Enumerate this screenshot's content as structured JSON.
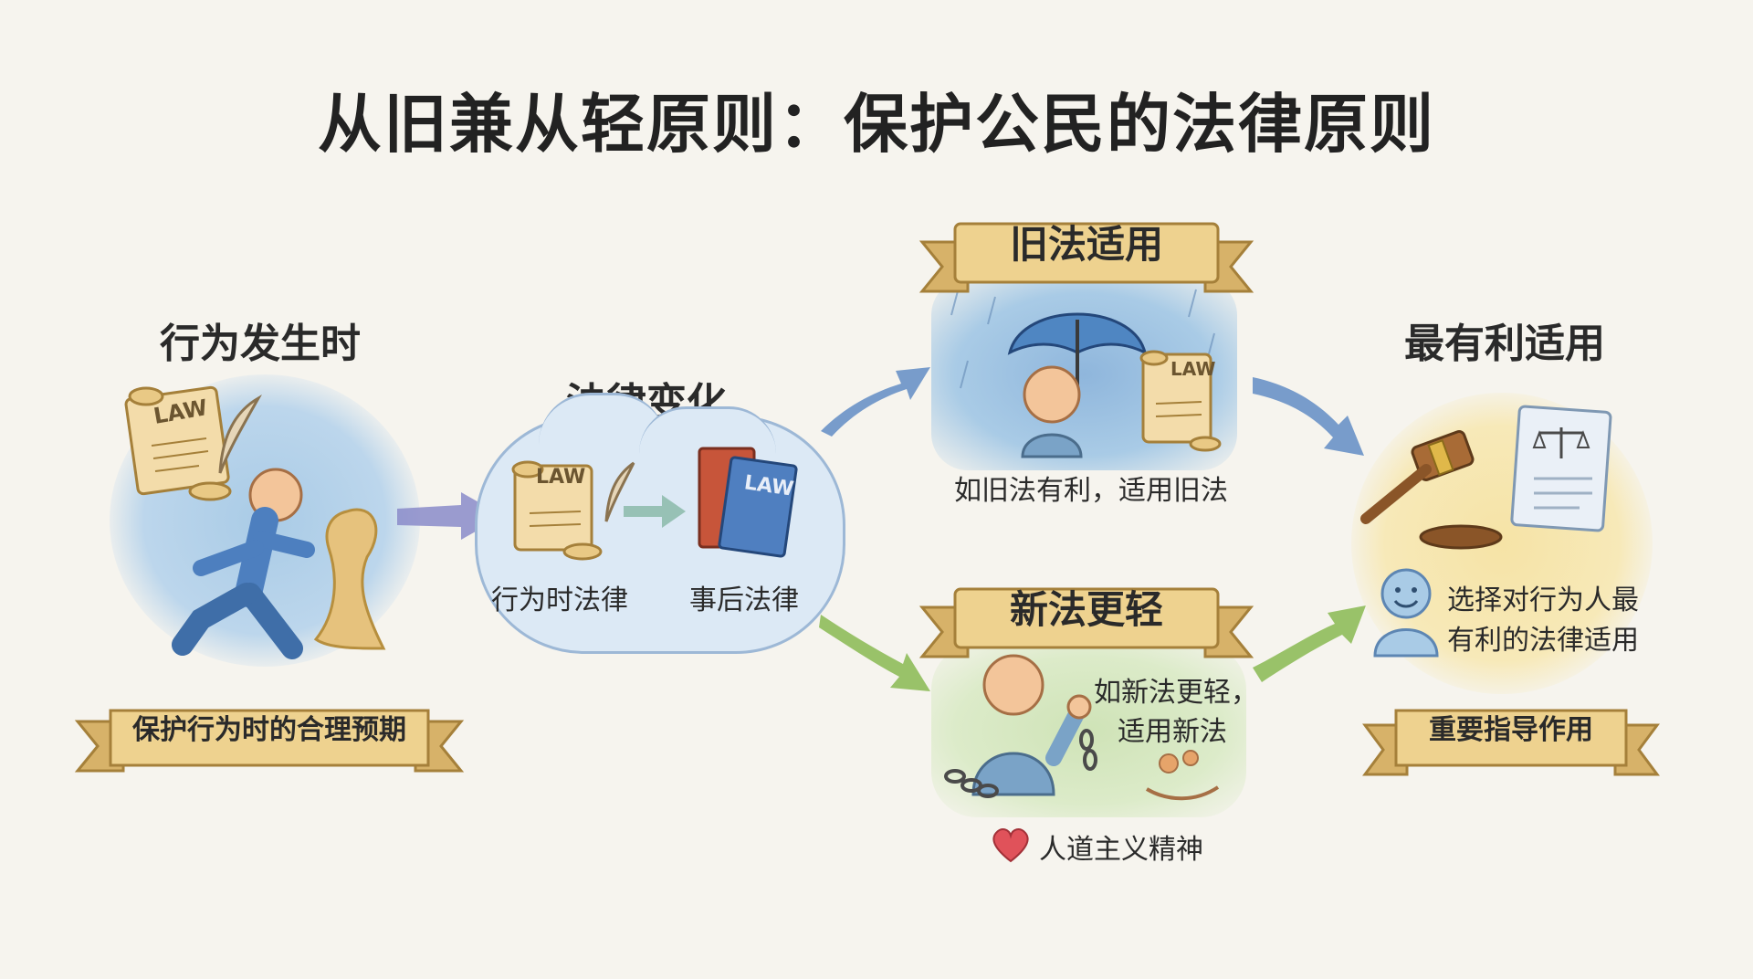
{
  "title": "从旧兼从轻原则：保护公民的法律原则",
  "colors": {
    "paper": "#f6f4ee",
    "blue_wash": "#a9cbe6",
    "green_wash": "#cfe3b7",
    "yellow_wash": "#f6e3a6",
    "ribbon": "#eed28f",
    "ribbon_edge": "#b78f3e",
    "arrow_blue": "#6a92c7",
    "arrow_purple": "#8a8bc9",
    "arrow_green": "#8fbc5a",
    "heart": "#e0525a"
  },
  "left": {
    "heading": "行为发生时",
    "law_tag": "LAW",
    "banner": "保护行为时的合理预期"
  },
  "middle": {
    "heading": "法律变化",
    "scroll_tag": "LAW",
    "book_tag": "LAW",
    "label_before": "行为时法律",
    "label_after": "事后法律"
  },
  "old_law": {
    "banner": "旧法适用",
    "law_tag": "LAW",
    "caption": "如旧法有利，适用旧法"
  },
  "new_law": {
    "banner": "新法更轻",
    "caption_line1": "如新法更轻，",
    "caption_line2": "适用新法",
    "footer": "人道主义精神"
  },
  "right": {
    "heading": "最有利适用",
    "caption_line1": "选择对行为人最",
    "caption_line2": "有利的法律适用",
    "banner": "重要指导作用"
  },
  "icons": [
    "law-scroll-icon",
    "quill-icon",
    "running-person-icon",
    "shadow-figure-icon",
    "law-book-icon",
    "umbrella-icon",
    "rain-icon",
    "broken-chain-icon",
    "open-hand-icon",
    "heart-icon",
    "gavel-icon",
    "scales-document-icon",
    "smiling-person-icon",
    "arrow-icon"
  ]
}
